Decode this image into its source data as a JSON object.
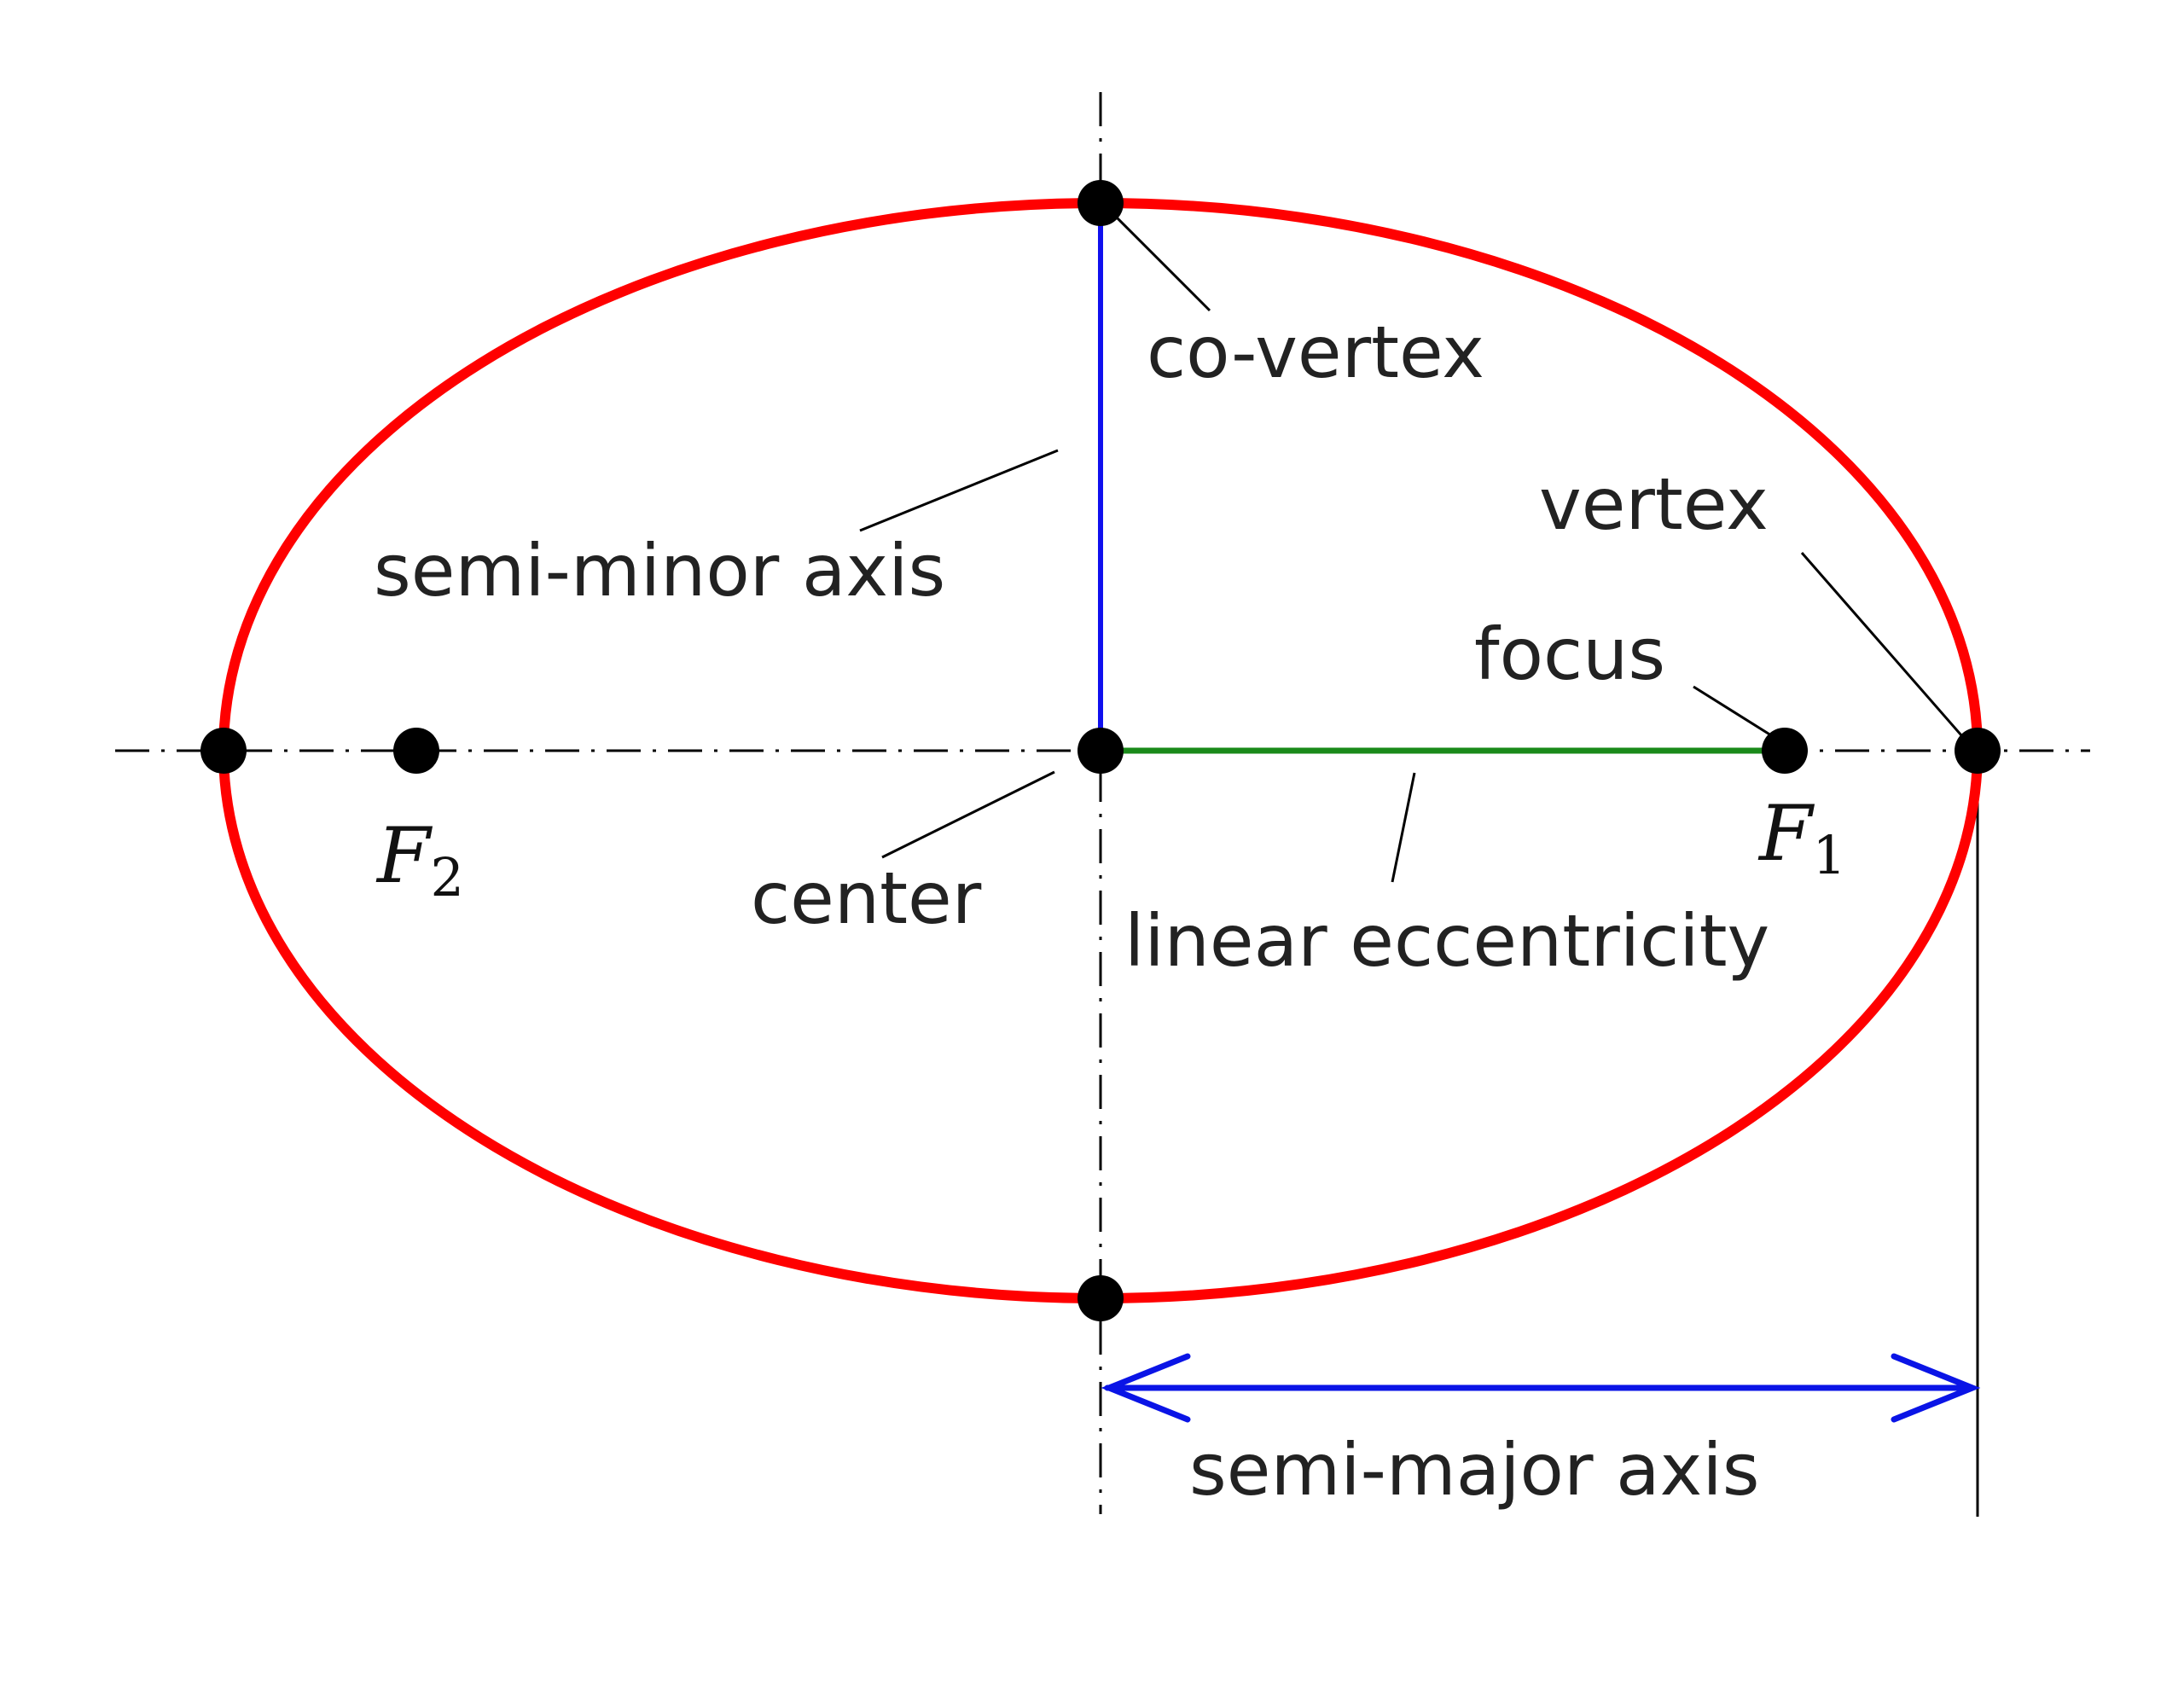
{
  "labels": {
    "co_vertex": "co-vertex",
    "vertex": "vertex",
    "semi_minor_axis": "semi-minor axis",
    "focus": "focus",
    "center": "center",
    "linear_eccentricity": "linear eccentricity",
    "semi_major_axis": "semi-major axis"
  },
  "foci": {
    "f1": {
      "symbol": "F",
      "subscript": "1"
    },
    "f2": {
      "symbol": "F",
      "subscript": "2"
    }
  },
  "colors": {
    "ellipse": "#ff0000",
    "semi_minor_axis": "#1010ee",
    "linear_eccentricity": "#1a8a1a",
    "semi_major_arrow": "#0a14e6",
    "points": "#000000",
    "text": "#222222"
  }
}
